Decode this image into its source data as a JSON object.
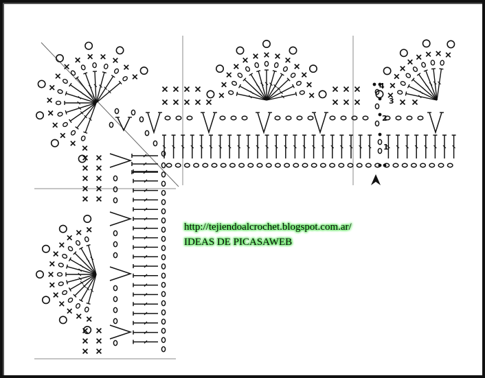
{
  "diagram": {
    "type": "crochet-chart",
    "stitch_symbols": [
      "chain-oval",
      "single-crochet-x",
      "double-crochet-t",
      "slip-stitch-dot",
      "start-arrow"
    ],
    "row_numbers": [
      "1",
      "2",
      "3",
      "4"
    ],
    "ink_color": "#111111"
  },
  "watermark": {
    "url": "http://tejiendoalcrochet.blogspot.com.ar/",
    "subtitle": "IDEAS DE PICASAWEB",
    "glow_color": "#52e052"
  }
}
